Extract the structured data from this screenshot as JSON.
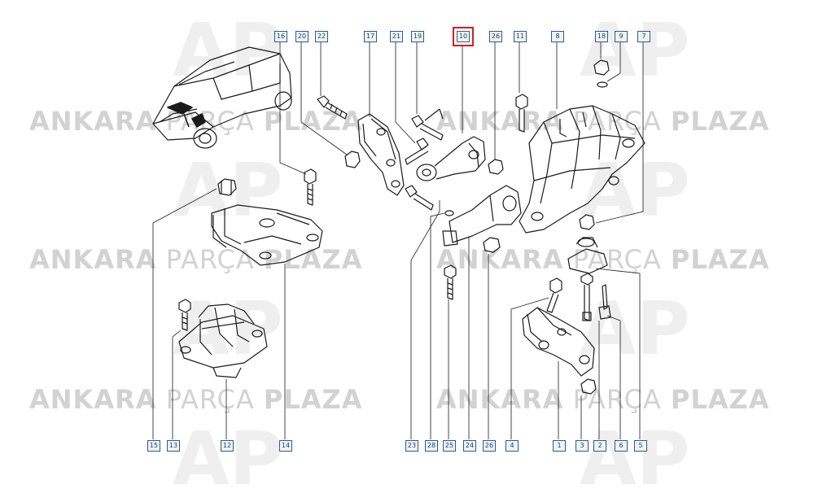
{
  "watermark": {
    "word1": "ANKARA",
    "word2": "PARÇA",
    "word3": "PLAZA",
    "logo": "AP"
  },
  "diagram": {
    "highlighted_ref": "10",
    "top_refs": [
      "16",
      "20",
      "22",
      "17",
      "21",
      "19",
      "10",
      "26",
      "11",
      "8",
      "18",
      "9",
      "7"
    ],
    "bottom_refs": [
      "15",
      "13",
      "12",
      "14",
      "23",
      "28",
      "25",
      "24",
      "26",
      "4",
      "1",
      "3",
      "2",
      "6",
      "5"
    ]
  },
  "colors": {
    "line": "#1a1a1a",
    "ref_border": "#2e5c8a",
    "highlight": "#e01b1b",
    "watermark": "#d2d2d2"
  }
}
